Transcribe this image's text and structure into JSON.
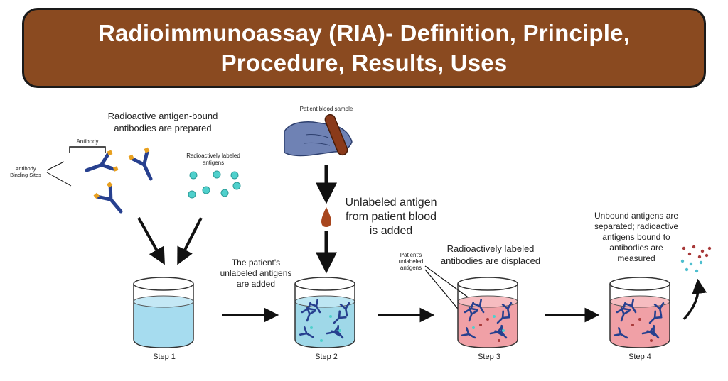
{
  "title": {
    "line1": "Radioimmunoassay (RIA)- Definition, Principle,",
    "line2": "Procedure, Results, Uses"
  },
  "labels": {
    "prepared_l1": "Radioactive antigen-bound",
    "prepared_l2": "antibodies are prepared",
    "antibody": "Antibody",
    "binding_l1": "Antibody",
    "binding_l2": "Binding Sites",
    "radio_l1": "Radioactively labeled",
    "radio_l2": "antigens",
    "patient_blood_sample": "Patient blood sample",
    "unlabeled_l1": "Unlabeled antigen",
    "unlabeled_l2": "from patient blood",
    "unlabeled_l3": "is added",
    "patients_l1": "The patient's",
    "patients_l2": "unlabeled antigens",
    "patients_l3": "are added",
    "small_l1": "Patient's",
    "small_l2": "unlabeled",
    "small_l3": "antigens",
    "displaced_l1": "Radioactively labeled",
    "displaced_l2": "antibodies are displaced",
    "unbound_l1": "Unbound antigens are",
    "unbound_l2": "separated; radioactive",
    "unbound_l3": "antigens bound to",
    "unbound_l4": "antibodies are",
    "unbound_l5": "measured",
    "step1": "Step 1",
    "step2": "Step 2",
    "step3": "Step 3",
    "step4": "Step 4"
  },
  "colors": {
    "banner": "#8a4a20",
    "antibody": "#27408f",
    "antigen": "#4fd0cc",
    "step1_liquid": "#a6dcef",
    "step2_liquid": "#9fd8e8",
    "step3_liquid": "#f0a0a6",
    "step4_liquid": "#f0a0a6",
    "glove": "#6f82b4",
    "blood": "#8a3a1a"
  }
}
